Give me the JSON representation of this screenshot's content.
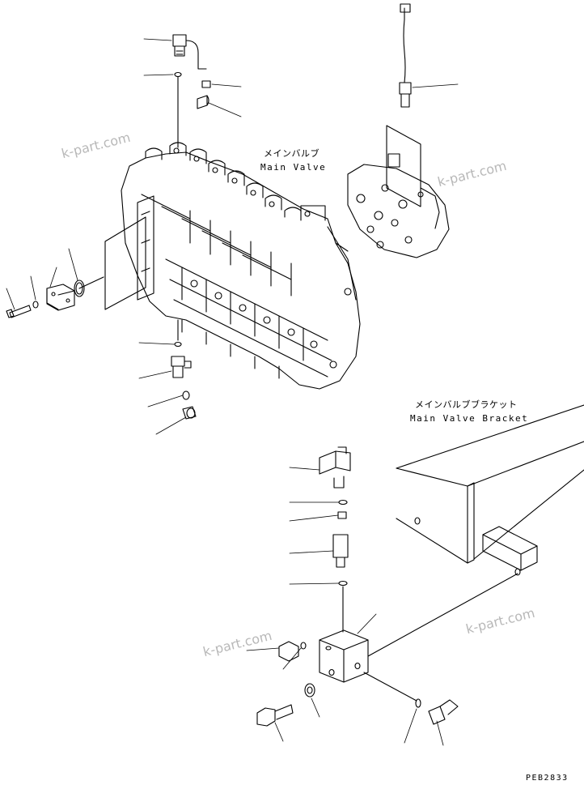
{
  "labels": {
    "main_valve_jp": "メインバルブ",
    "main_valve_en": "Main Valve",
    "bracket_jp": "メインバルブブラケット",
    "bracket_en": "Main Valve Bracket",
    "drawing_code": "PEB2833"
  },
  "watermarks": [
    "k-part.com",
    "k-part.com",
    "k-part.com",
    "k-part.com"
  ],
  "colors": {
    "ink": "#000000",
    "watermark": "#b8b8b8",
    "background": "#ffffff"
  }
}
